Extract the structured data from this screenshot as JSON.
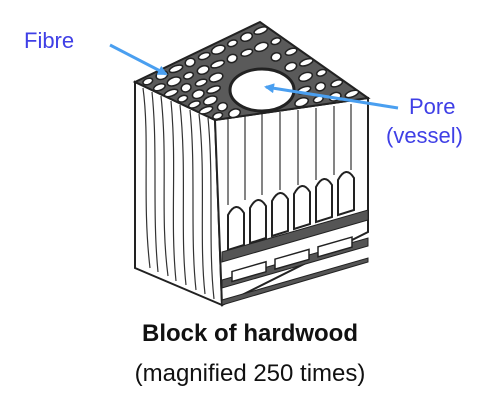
{
  "labels": {
    "fibre": "Fibre",
    "pore": "Pore",
    "vessel": "(vessel)"
  },
  "caption": {
    "title": "Block of hardwood",
    "subtitle": "(magnified 250 times)"
  },
  "colors": {
    "label_text": "#3f3fe6",
    "arrow": "#4a9ff0",
    "cell_fill": "#5a5a5a",
    "outline": "#222222",
    "surface": "#ffffff"
  },
  "icons": [
    "fibre-arrow-icon",
    "pore-arrow-icon"
  ]
}
